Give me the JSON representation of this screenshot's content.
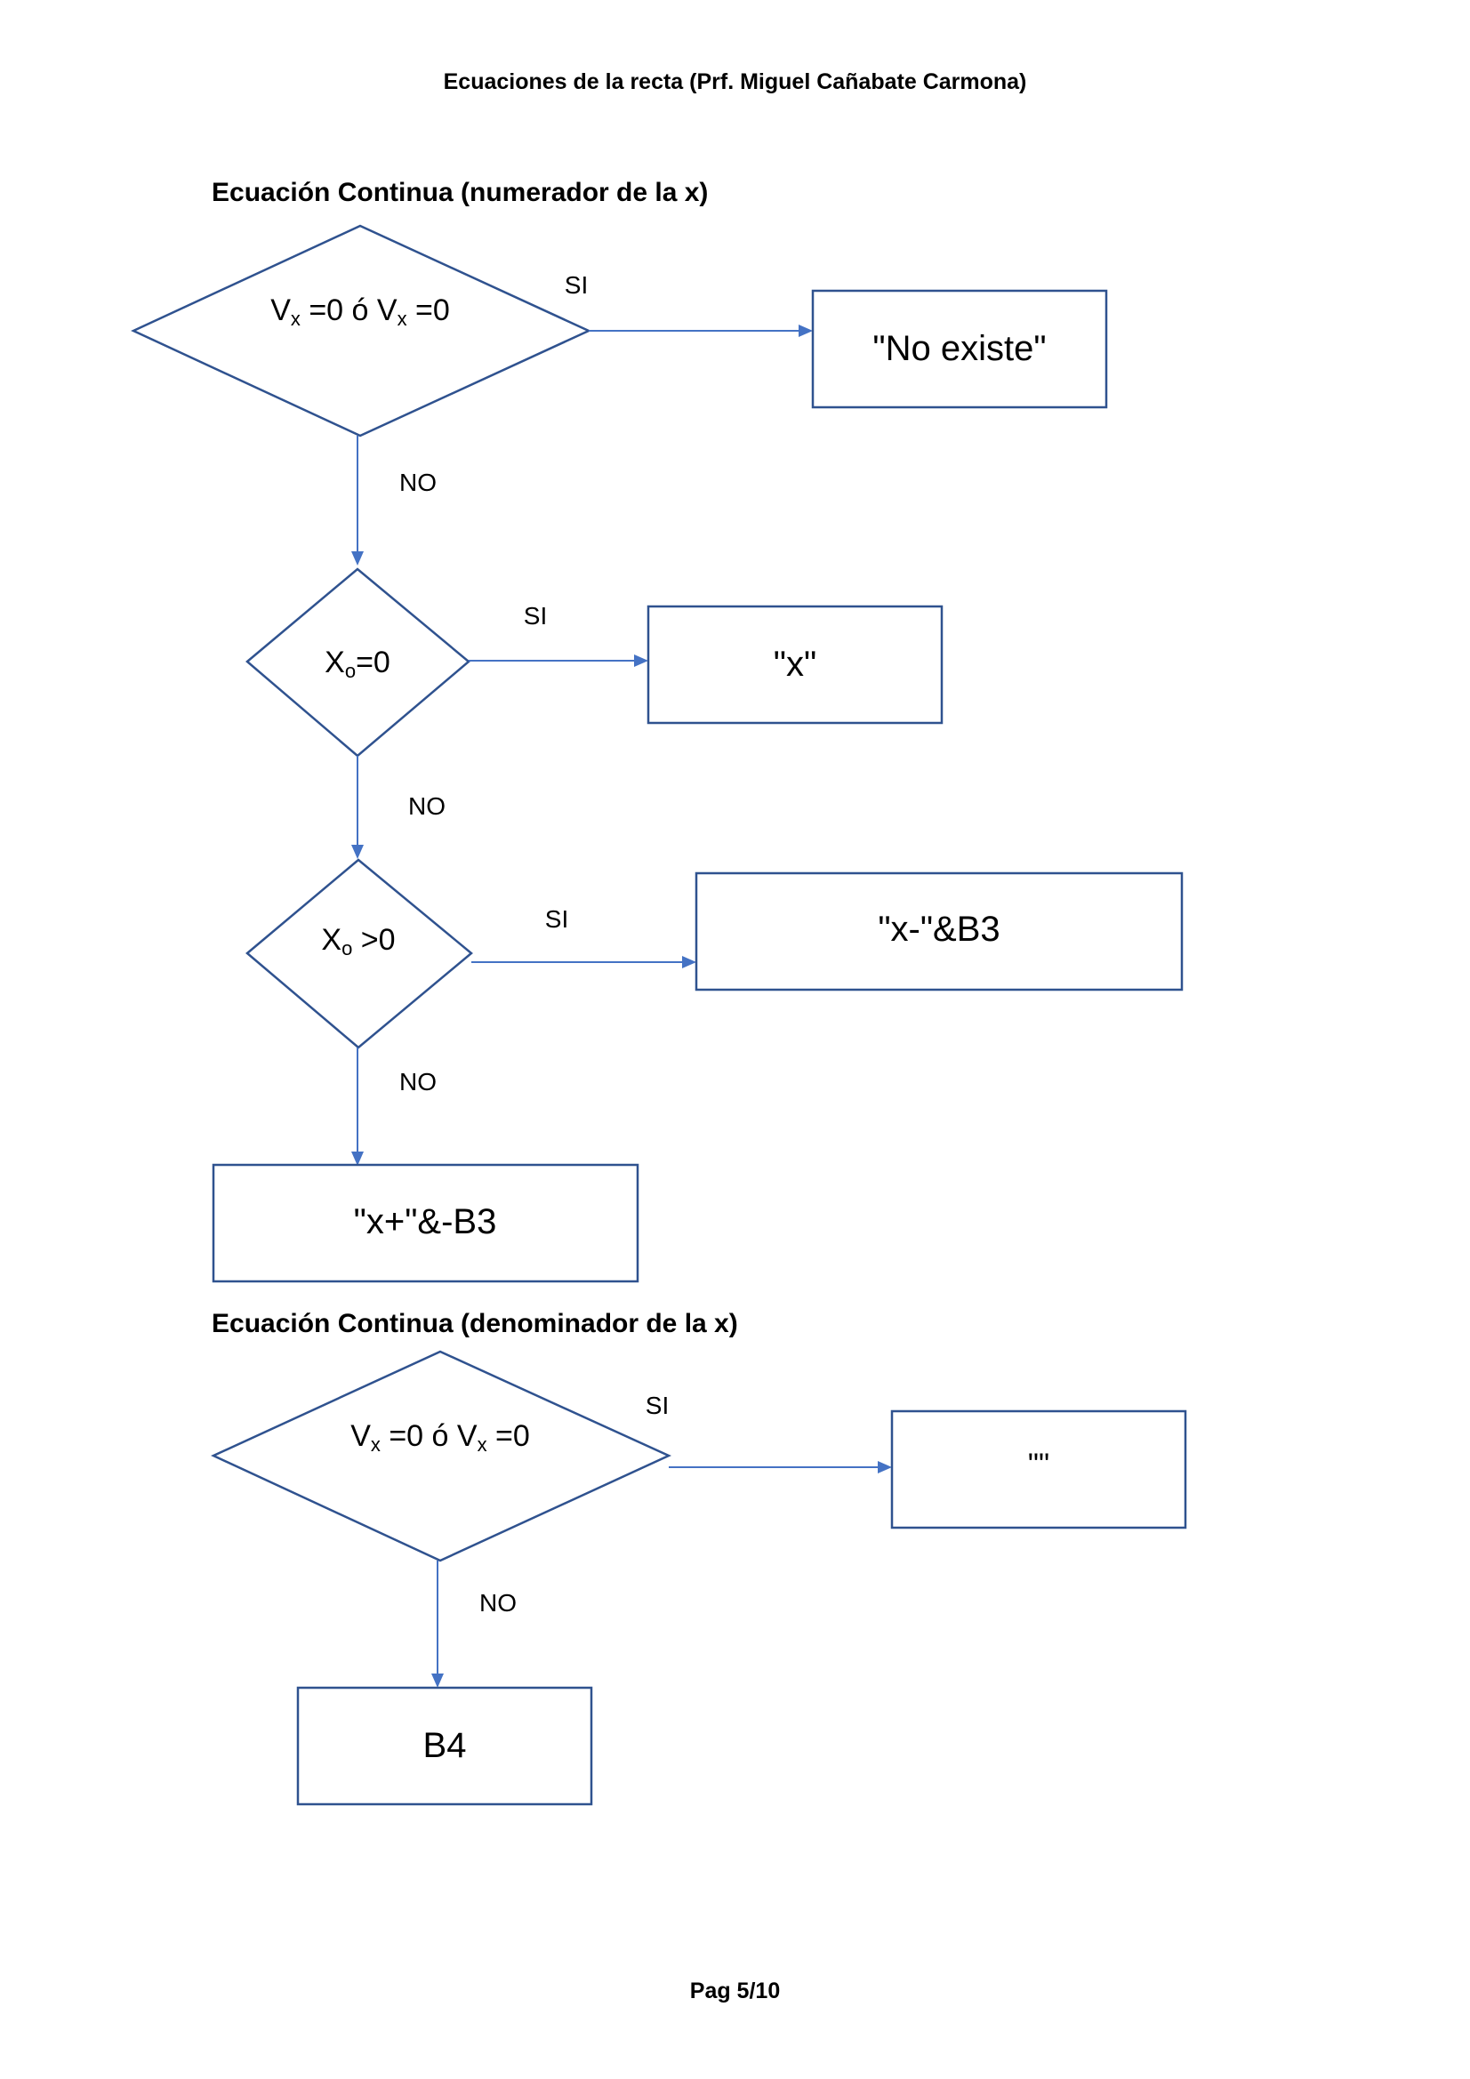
{
  "header": {
    "title": "Ecuaciones de la recta (Prf. Miguel Cañabate Carmona)"
  },
  "footer": {
    "page": "Pag 5/10"
  },
  "labels": {
    "yes": "SI",
    "no": "NO"
  },
  "numerator": {
    "title": "Ecuación Continua (numerador de la x)",
    "decision1": {
      "v": "V",
      "sub": "x",
      "mid": " =0 ó V",
      "end": " =0"
    },
    "result1": "\"No existe\"",
    "decision2": {
      "x": "X",
      "sub": "o",
      "end": "=0"
    },
    "result2": "\"x\"",
    "decision3": {
      "x": "X",
      "sub": "o",
      "end": " >0"
    },
    "result3": "\"x-\"&B3",
    "result4": "\"x+\"&-B3"
  },
  "denominator": {
    "title": "Ecuación Continua (denominador de la x)",
    "decision1": {
      "v": "V",
      "sub": "x",
      "mid": " =0 ó V",
      "end": " =0"
    },
    "result1": "\"\"",
    "result2": "B4"
  }
}
